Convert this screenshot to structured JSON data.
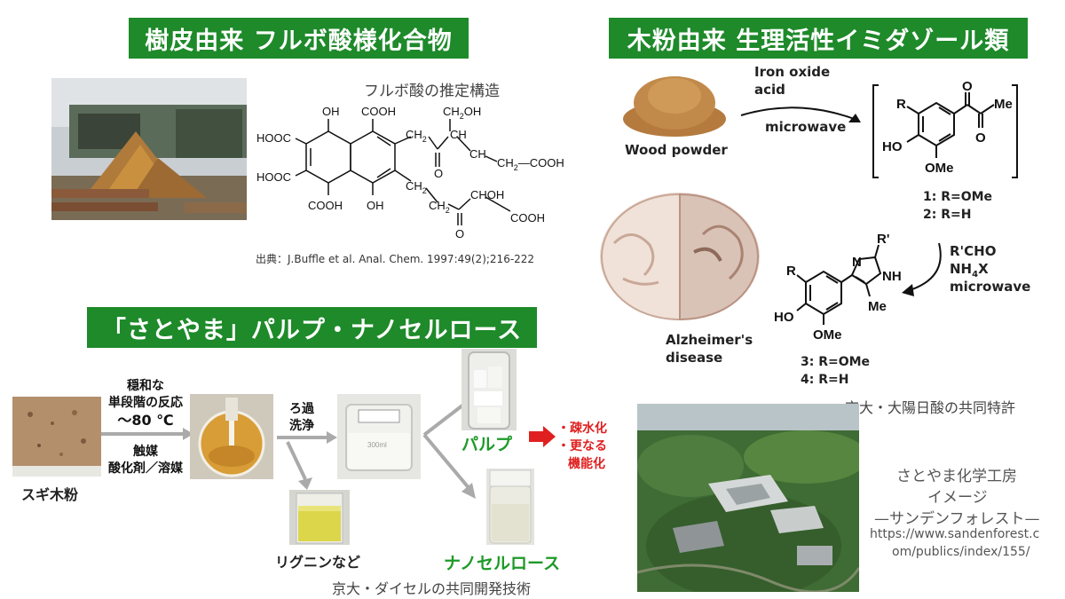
{
  "banners": {
    "bark": "樹皮由来 フルボ酸様化合物",
    "wood": "木粉由来 生理活性イミダゾール類",
    "pulp": "「さとやま」パルプ・ナノセルロース"
  },
  "bark_section": {
    "structure_title": "フルボ酸の推定構造",
    "source": "出典：J.Buffle et al. Anal. Chem. 1997:49(2);216-222",
    "labels": {
      "oh1": "OH",
      "cooh1": "COOH",
      "ch2oh": "CH",
      "ch2oh_sub": "2",
      "ch2oh_tail": "OH",
      "hooc1": "HOOC",
      "ch2a": "CH",
      "ch2a_sub": "2",
      "ch_a": "CH",
      "ch_b": "CH",
      "ch2cooh": "CH",
      "ch2cooh_sub": "2",
      "ch2cooh_tail": "—COOH",
      "hooc2": "HOOC",
      "o1": "O",
      "ch2b": "CH",
      "ch2b_sub": "2",
      "ch2c": "CH",
      "ch2c_sub": "2",
      "cohoh": "CHOH",
      "cooh_r": "COOH",
      "cooh_b": "COOH",
      "oh_b": "OH",
      "o2": "O"
    }
  },
  "wood_section": {
    "wood_powder": "Wood powder",
    "reagent_line1": "Iron oxide",
    "reagent_line2": "acid",
    "reagent_line3": "microwave",
    "compound12": {
      "r": "R",
      "ho": "HO",
      "ome": "OMe",
      "o1": "O",
      "o2": "O",
      "me": "Me",
      "label1": "1: R=OMe",
      "label2": "2: R=H"
    },
    "step2": {
      "line1": "R'CHO",
      "line2_a": "NH",
      "line2_sub": "4",
      "line2_b": "X",
      "line3": "microwave"
    },
    "compound34": {
      "rprime": "R'",
      "n": "N",
      "nh": "NH",
      "me": "Me",
      "r": "R",
      "ho": "HO",
      "ome": "OMe",
      "label3": "3: R=OMe",
      "label4": "4: R=H"
    },
    "alzheimer_line1": "Alzheimer's",
    "alzheimer_line2": "disease",
    "patent": "京大・大陽日酸の共同特許"
  },
  "satoyama": {
    "line1": "さとやま化学工房",
    "line2": "イメージ",
    "line3": "—サンデンフォレスト—",
    "url_line1": "https://www.sandenforest.c",
    "url_line2": "om/publics/index/155/"
  },
  "pulp_section": {
    "sugi": "スギ木粉",
    "cond_top1": "穏和な",
    "cond_top2": "単段階の反応",
    "cond_top3": "〜80 ℃",
    "cond_bot1": "触媒",
    "cond_bot2": "酸化剤／溶媒",
    "filter1": "ろ過",
    "filter2": "洗浄",
    "pulp": "パルプ",
    "nanocellulose": "ナノセルロース",
    "lignin": "リグニンなど",
    "result1": "・疎水化",
    "result2": "・更なる",
    "result3": "機能化",
    "flask_label": "300ml",
    "tech": "京大・ダイセルの共同開発技術"
  },
  "colors": {
    "banner_green": "#1e8a2a",
    "label_green": "#1e9a28",
    "highlight_red": "#e02020"
  }
}
